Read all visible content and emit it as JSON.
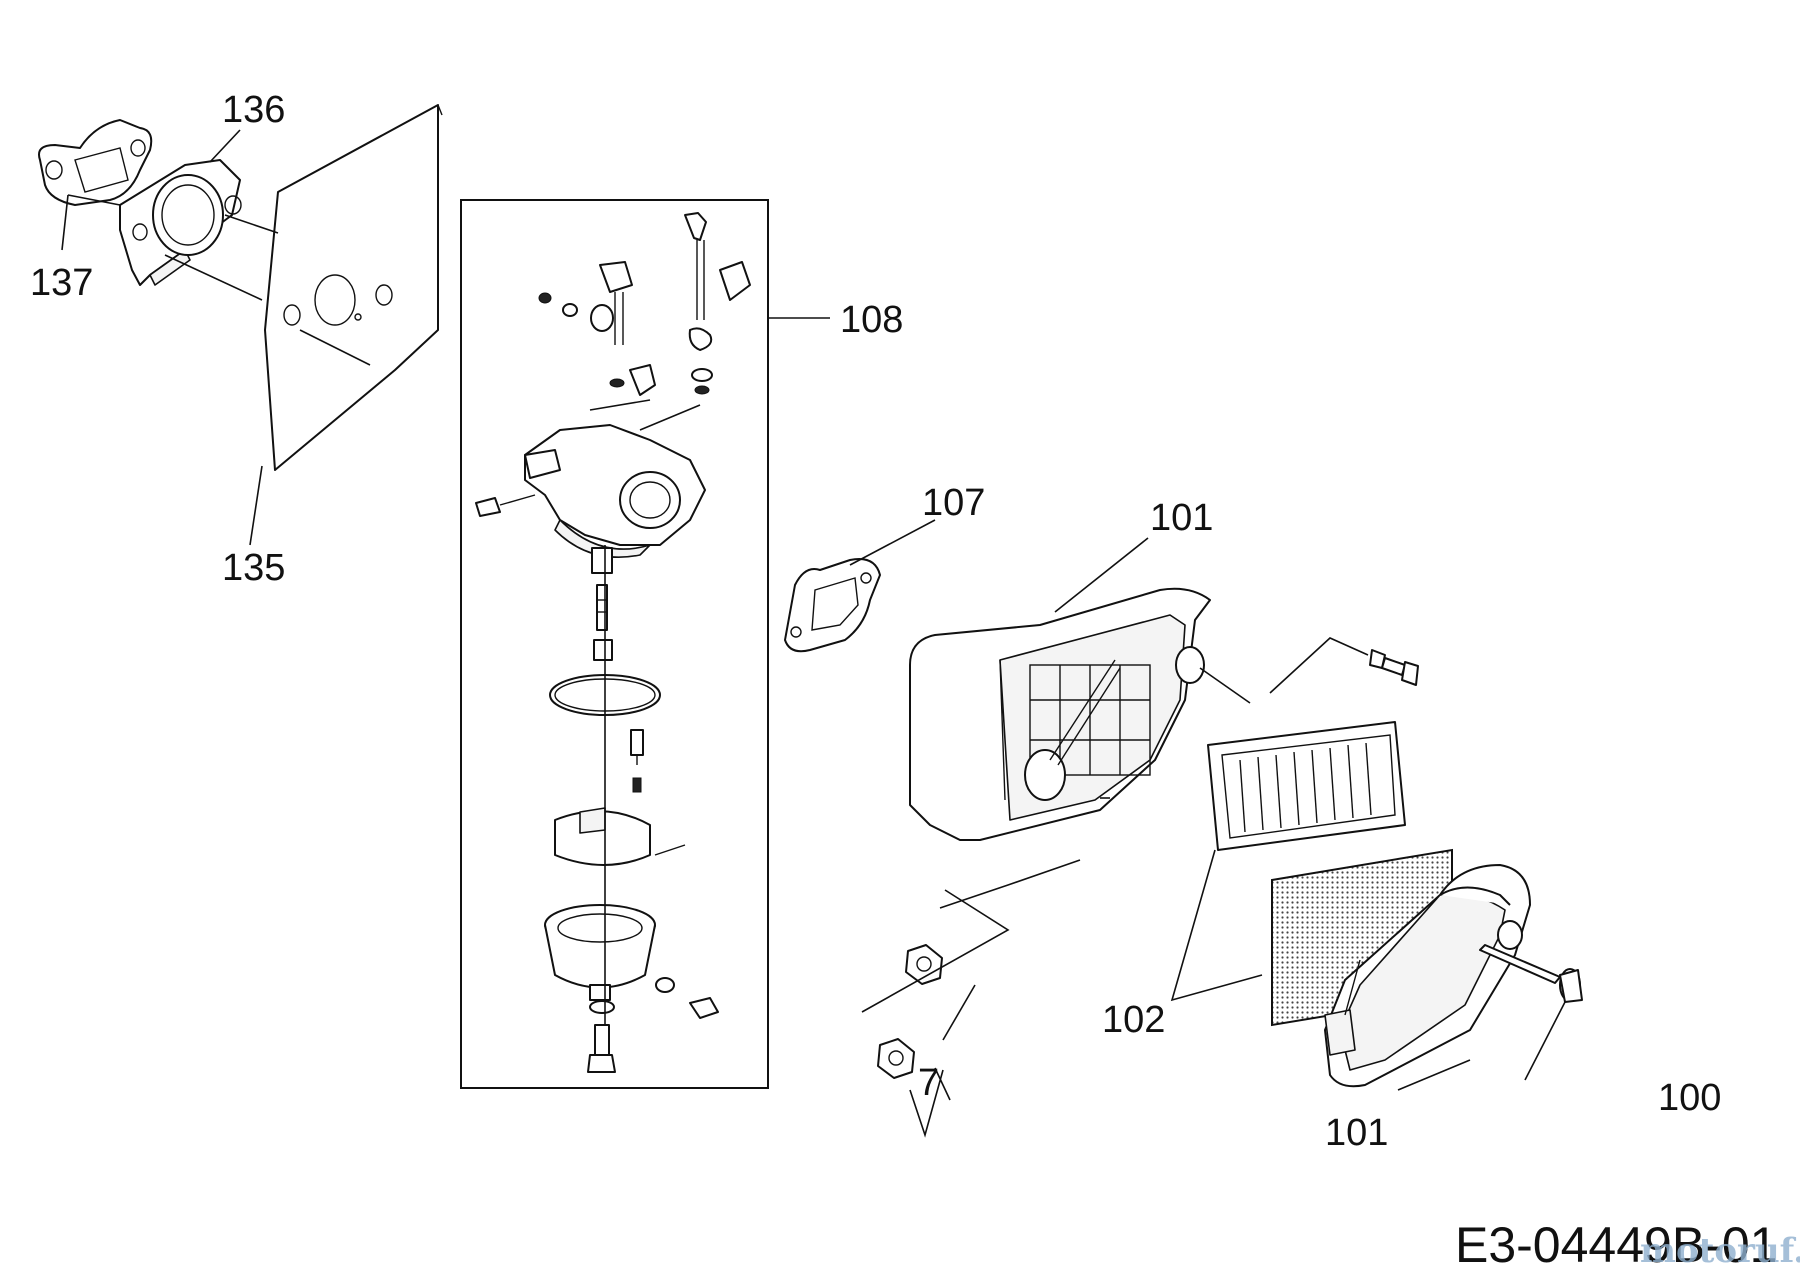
{
  "diagram_code": "E3-04449B-01",
  "watermark": "motoruf.de",
  "callouts": {
    "c7": "7",
    "c100": "100",
    "c101_top": "101",
    "c101_bottom": "101",
    "c102": "102",
    "c107": "107",
    "c108": "108",
    "c135": "135",
    "c136": "136",
    "c137": "137"
  }
}
